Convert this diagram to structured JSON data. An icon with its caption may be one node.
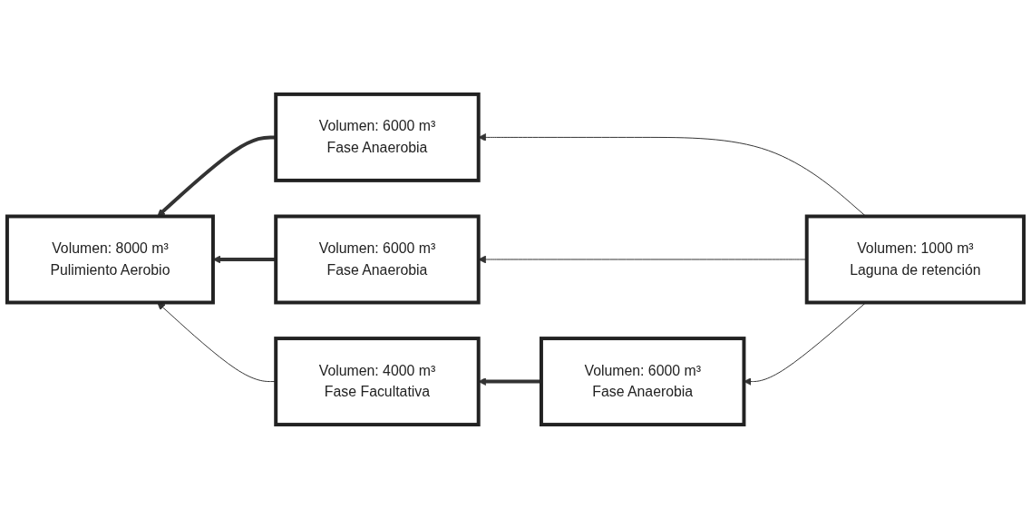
{
  "diagram": {
    "nodes": [
      {
        "text": [
          "Volumen: 8000 m³",
          "Pulimiento Aerobio"
        ]
      },
      {
        "text": [
          "Volumen: 6000 m³",
          "Fase Anaerobia"
        ]
      },
      {
        "text": [
          "Volumen: 1000 m³",
          "Laguna de retención"
        ]
      },
      {
        "text": [
          "Volumen: 6000 m³",
          "Fase Anaerobia"
        ]
      },
      {
        "text": [
          "Volumen: 4000 m³",
          "Fase Facultativa"
        ]
      },
      {
        "text": [
          "Volumen: 6000 m³",
          "Fase Anaerobia"
        ]
      }
    ],
    "edges": [
      {
        "from": 2,
        "to": 1,
        "arrow": "to"
      },
      {
        "from": 2,
        "to": 3,
        "arrow": "to"
      },
      {
        "from": 2,
        "to": 5,
        "arrow": "to"
      },
      {
        "from": 1,
        "to": 0,
        "arrow": "to",
        "style": "thick"
      },
      {
        "from": 3,
        "to": 0,
        "arrow": "to",
        "style": "thick"
      },
      {
        "from": 5,
        "to": 4,
        "arrow": "to",
        "style": "thick"
      },
      {
        "from": 4,
        "to": 0,
        "arrow": "to"
      }
    ]
  }
}
